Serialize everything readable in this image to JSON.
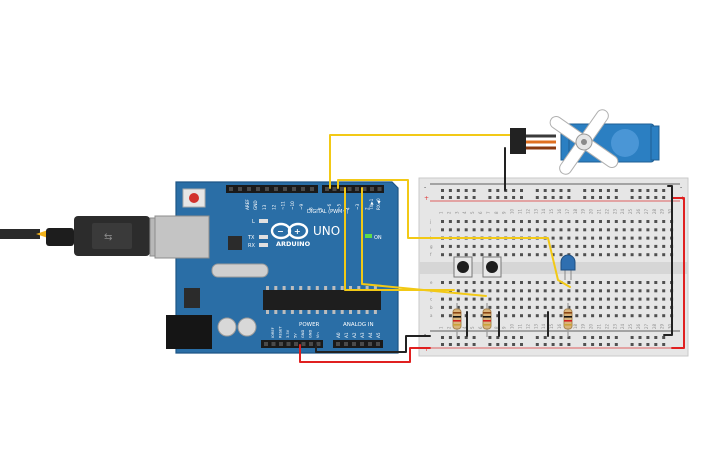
{
  "arduino": {
    "brand": "ARDUINO",
    "model": "UNO",
    "digital_header_label": "DIGITAL (PWM~)",
    "power_label": "POWER",
    "analog_label": "ANALOG IN",
    "on_label": "ON",
    "tx_label": "TX",
    "rx_label": "RX",
    "l_label": "L",
    "tx_side_label": "TX▶1",
    "rx_side_label": "RX◀0",
    "aref_label": "AREF",
    "gnd_label": "GND",
    "digital_pins": [
      "13",
      "12",
      "~11",
      "~10",
      "~9",
      "8",
      "7",
      "~6",
      "~5",
      "4",
      "~3",
      "2"
    ],
    "power_pins": [
      "IOREF",
      "RESET",
      "3.3V",
      "5V",
      "GND",
      "GND",
      "Vin"
    ],
    "analog_pins": [
      "A0",
      "A1",
      "A2",
      "A3",
      "A4",
      "A5"
    ],
    "board_color": "#2a6ea6"
  },
  "breadboard": {
    "rows_top": [
      "j",
      "i",
      "h",
      "g",
      "f"
    ],
    "rows_bottom": [
      "e",
      "d",
      "c",
      "b",
      "a"
    ],
    "columns": 30,
    "rail_plus": "+",
    "rail_minus": "-"
  },
  "wire_colors": {
    "signal": "#f2c916",
    "power": "#e02020",
    "ground": "#222222"
  },
  "components": {
    "servo_color": "#2b7fc2",
    "led_color": "#2f6fb0",
    "resistor_color": "#d9b47a"
  }
}
